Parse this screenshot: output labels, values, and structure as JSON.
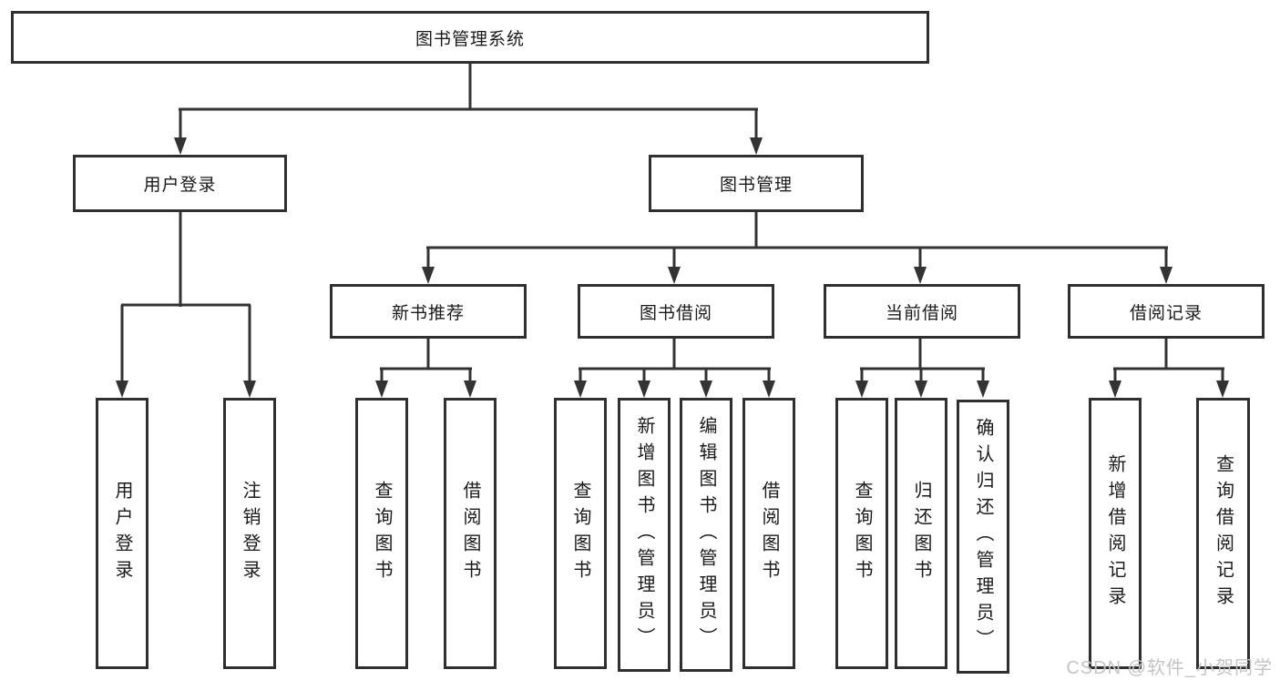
{
  "diagram": {
    "root": {
      "label": "图书管理系统"
    },
    "level2": [
      {
        "label": "用户登录"
      },
      {
        "label": "图书管理"
      }
    ],
    "level3": [
      {
        "label": "新书推荐"
      },
      {
        "label": "图书借阅"
      },
      {
        "label": "当前借阅"
      },
      {
        "label": "借阅记录"
      }
    ],
    "leaves": {
      "user_login": [
        "用户登录",
        "注销登录"
      ],
      "new_book_recommend": [
        "查询图书",
        "借阅图书"
      ],
      "book_borrow": [
        "查询图书",
        "新增图书（管理员）",
        "编辑图书（管理员）",
        "借阅图书"
      ],
      "current_borrow": [
        "查询图书",
        "归还图书",
        "确认归还（管理员）"
      ],
      "borrow_records": [
        "新增借阅记录",
        "查询借阅记录"
      ]
    }
  },
  "watermark": {
    "text": "CSDN @软件_小贺同学"
  },
  "colors": {
    "line": "#333333",
    "box_border": "#2f2f2f",
    "text": "#1a1a1a",
    "background": "#ffffff",
    "watermark": "#c4c4c4"
  }
}
